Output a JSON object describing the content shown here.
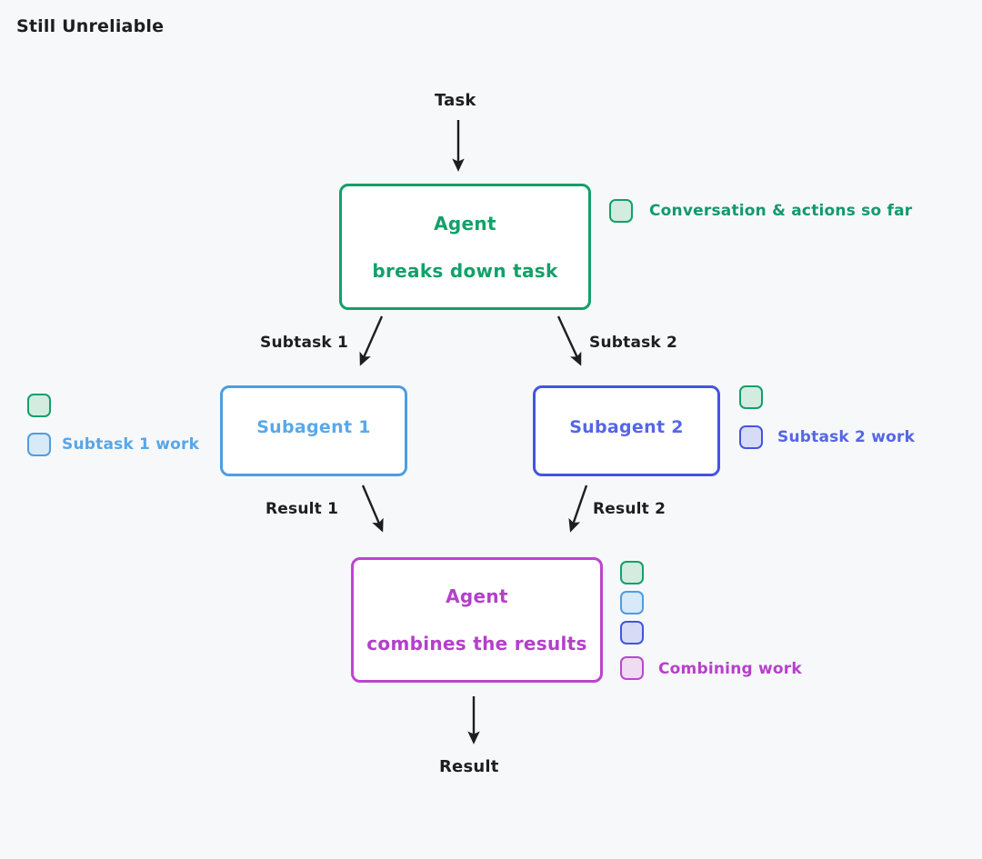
{
  "page": {
    "title": "Still Unreliable",
    "background_color": "#f7f8fa"
  },
  "colors": {
    "green": "#13a06a",
    "blue": "#4d9ee2",
    "indigo": "#4355e0",
    "purple": "#bb45cf",
    "arrow": "#1c1e21",
    "text_dark": "#1c1e21"
  },
  "nodes": {
    "agent_top": {
      "line1": "Agent",
      "line2": "breaks down task",
      "color": "#13a06a"
    },
    "subagent1": {
      "label": "Subagent 1",
      "color": "#4d9ee2"
    },
    "subagent2": {
      "label": "Subagent 2",
      "color": "#4355e0"
    },
    "agent_bottom": {
      "line1": "Agent",
      "line2": "combines the results",
      "color": "#bb45cf"
    }
  },
  "edges": {
    "task": "Task",
    "subtask1": "Subtask 1",
    "subtask2": "Subtask 2",
    "result1": "Result 1",
    "result2": "Result 2",
    "result": "Result"
  },
  "legends": {
    "conversation": {
      "label": "Conversation & actions so far",
      "swatches": [
        "green"
      ]
    },
    "subtask1_work": {
      "label": "Subtask 1 work",
      "swatches": [
        "green",
        "blue"
      ]
    },
    "subtask2_work": {
      "label": "Subtask 2 work",
      "swatches": [
        "green",
        "indigo"
      ]
    },
    "combining_work": {
      "label": "Combining work",
      "swatches": [
        "green",
        "blue",
        "indigo",
        "purple"
      ]
    }
  }
}
